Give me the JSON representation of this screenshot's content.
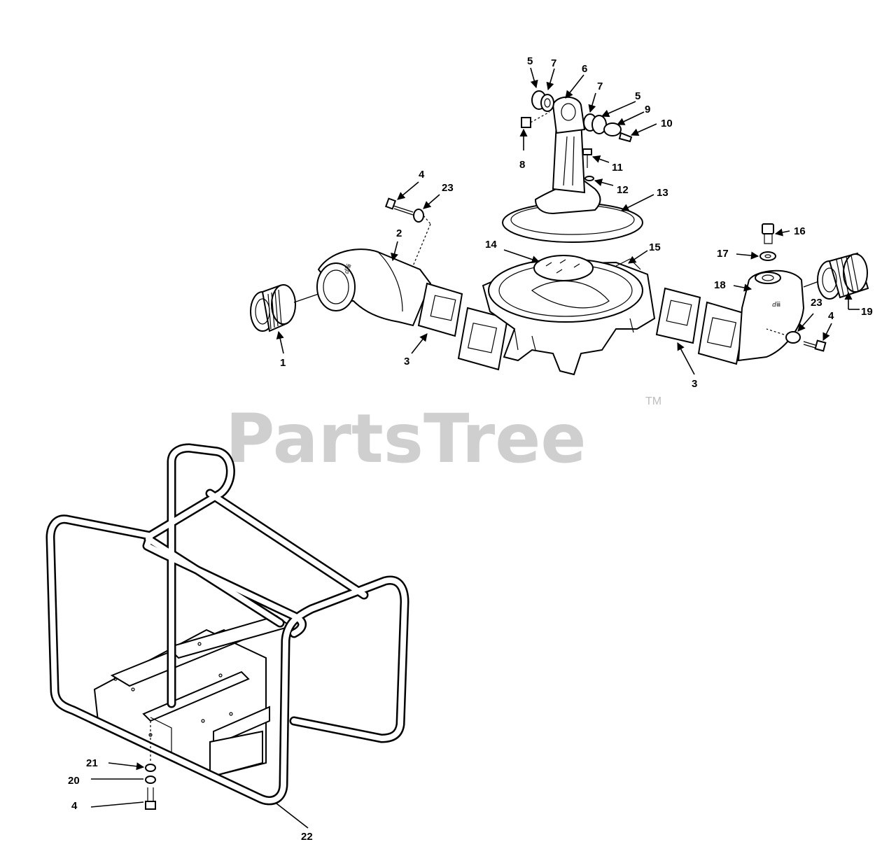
{
  "watermark": {
    "text": "PartsTree",
    "tm": "TM"
  },
  "callouts": {
    "c1": "1",
    "c2": "2",
    "c3a": "3",
    "c3b": "3",
    "c4a": "4",
    "c4b": "4",
    "c4c": "4",
    "c5a": "5",
    "c5b": "5",
    "c6": "6",
    "c7a": "7",
    "c7b": "7",
    "c8": "8",
    "c9": "9",
    "c10": "10",
    "c11": "11",
    "c12": "12",
    "c13": "13",
    "c14": "14",
    "c15": "15",
    "c16": "16",
    "c17": "17",
    "c18": "18",
    "c19": "19",
    "c20": "20",
    "c21": "21",
    "c22": "22",
    "c23a": "23",
    "c23b": "23"
  }
}
